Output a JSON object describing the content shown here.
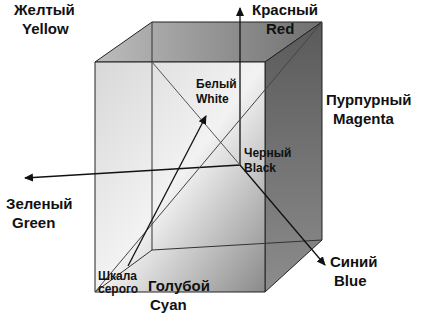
{
  "diagram": {
    "labels": [
      "Желтый",
      "Yellow",
      "Красный",
      "Red",
      "Белый",
      "White",
      "Пурпурный",
      "Magenta",
      "Черный",
      "Black",
      "Зеленый",
      "Green",
      "Шкала серого",
      "Голубой",
      "Cyan",
      "Синий",
      "Blue"
    ]
  }
}
